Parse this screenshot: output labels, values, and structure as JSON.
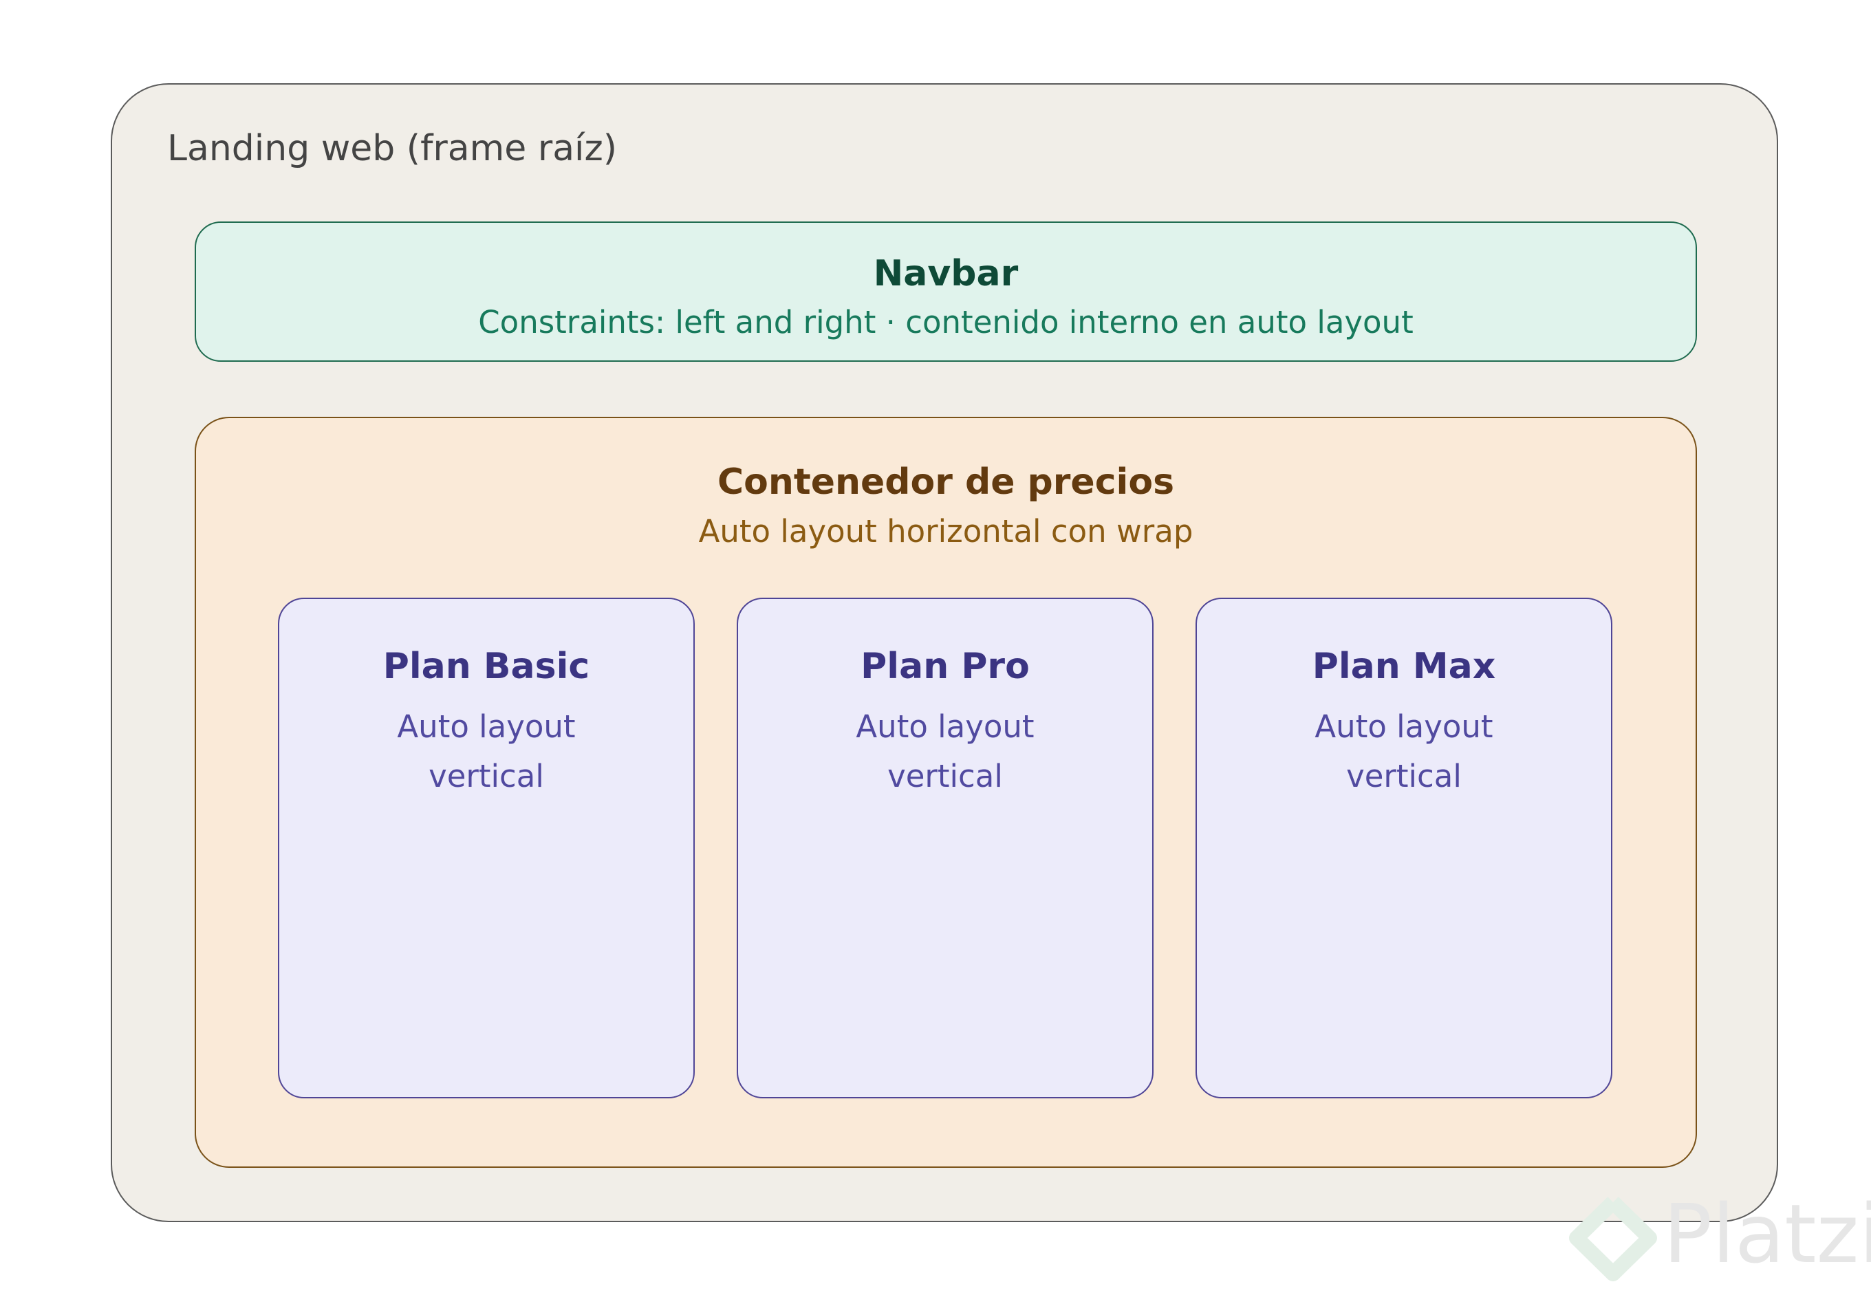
{
  "root_frame": {
    "title": "Landing web (frame raíz)"
  },
  "navbar": {
    "title": "Navbar",
    "subtitle": "Constraints: left and right · contenido interno en auto layout"
  },
  "pricing_container": {
    "title": "Contenedor de precios",
    "subtitle": "Auto layout horizontal con wrap",
    "plans": [
      {
        "title": "Plan Basic",
        "desc_line1": "Auto layout",
        "desc_line2": "vertical"
      },
      {
        "title": "Plan Pro",
        "desc_line1": "Auto layout",
        "desc_line2": "vertical"
      },
      {
        "title": "Plan Max",
        "desc_line1": "Auto layout",
        "desc_line2": "vertical"
      }
    ]
  },
  "watermark": {
    "text": "Platzi",
    "icon": "platzi-logo-icon"
  },
  "colors": {
    "root_fill": "#f1eee8",
    "navbar_fill": "#e0f3ec",
    "navbar_title": "#0e4a37",
    "pricing_fill": "#faead8",
    "pricing_title": "#623a0f",
    "plan_fill": "#ecebfa",
    "plan_title": "#3b3482"
  }
}
